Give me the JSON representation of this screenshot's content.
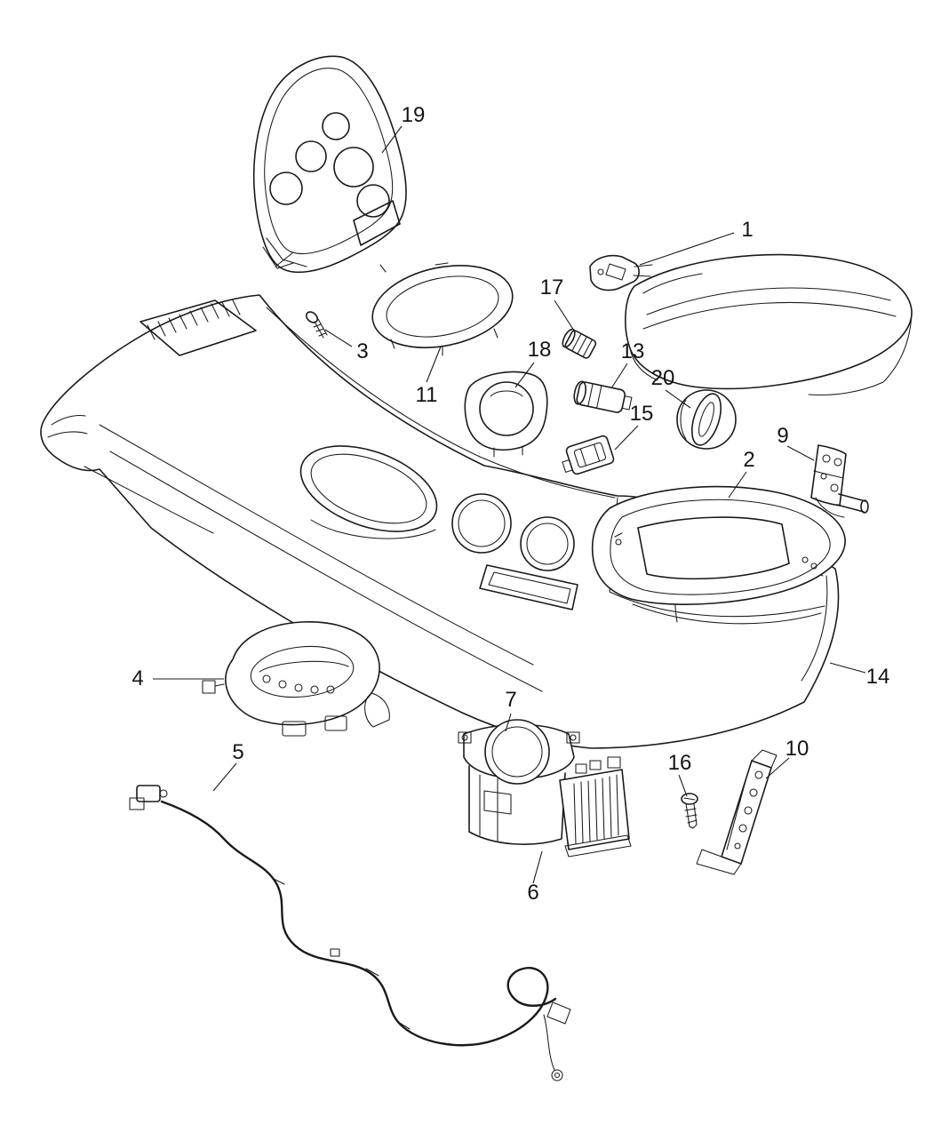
{
  "diagram": {
    "type": "exploded-parts-diagram",
    "subject": "vehicle-floor-console-assembly",
    "background_color": "#ffffff",
    "line_color": "#1a1a1a"
  },
  "callouts": [
    {
      "label": "1",
      "part": "console-armrest-lid"
    },
    {
      "label": "2",
      "part": "console-rear-housing"
    },
    {
      "label": "3",
      "part": "screw-front"
    },
    {
      "label": "4",
      "part": "gearshift-indicator-bezel"
    },
    {
      "label": "5",
      "part": "wiring-harness"
    },
    {
      "label": "6",
      "part": "console-bin-insert"
    },
    {
      "label": "7",
      "part": "cupholder-assembly"
    },
    {
      "label": "9",
      "part": "hinge-bracket"
    },
    {
      "label": "10",
      "part": "rear-mount-bracket"
    },
    {
      "label": "11",
      "part": "shifter-bezel-ring"
    },
    {
      "label": "13",
      "part": "power-outlet-socket"
    },
    {
      "label": "14",
      "part": "console-body"
    },
    {
      "label": "15",
      "part": "switch-block"
    },
    {
      "label": "16",
      "part": "screw-rear"
    },
    {
      "label": "17",
      "part": "outlet-element"
    },
    {
      "label": "18",
      "part": "cupholder-insert"
    },
    {
      "label": "19",
      "part": "instrument-panel-bezel"
    },
    {
      "label": "20",
      "part": "control-knob"
    }
  ]
}
